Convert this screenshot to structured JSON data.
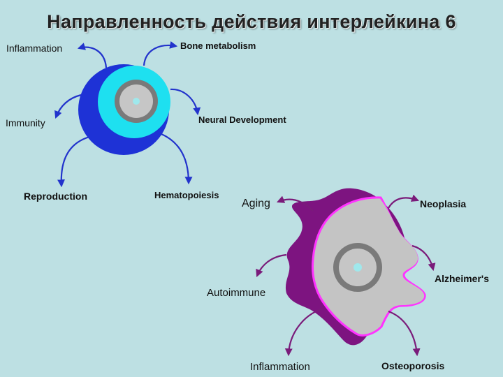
{
  "title": "Направленность действия интерлейкина 6",
  "colors": {
    "background": "#bde0e3",
    "arrow_top": "#2233cc",
    "arrow_bottom": "#7a1b7a",
    "cell1_outer": "#1e32d6",
    "cell1_inner": "#1ee0f0",
    "cell2_body": "#c4c4c4",
    "cell2_shadow": "#7d1480",
    "cell2_rim": "#ff33ff",
    "nucleus_ring": "#7a7a7a",
    "nucleus_core": "#9fe8ec"
  },
  "top_cell": {
    "labels": {
      "inflammation": "Inflammation",
      "bone_metabolism": "Bone metabolism",
      "immunity": "Immunity",
      "neural_development": "Neural Development",
      "reproduction": "Reproduction",
      "hematopoiesis": "Hematopoiesis"
    }
  },
  "bottom_cell": {
    "labels": {
      "aging": "Aging",
      "neoplasia": "Neoplasia",
      "autoimmune": "Autoimmune",
      "alzheimers": "Alzheimer's",
      "inflammation": "Inflammation",
      "osteoporosis": "Osteoporosis"
    }
  }
}
